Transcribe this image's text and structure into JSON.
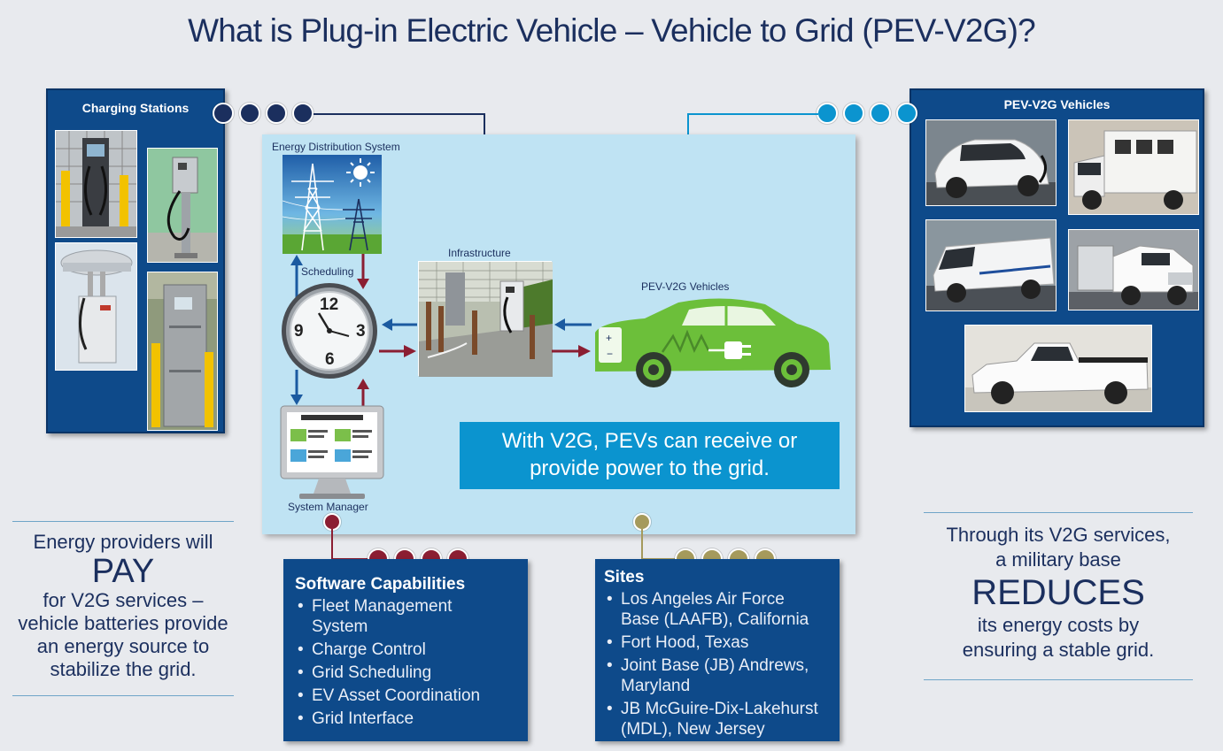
{
  "title": "What is Plug-in Electric Vehicle – Vehicle to Grid (PEV-V2G)?",
  "charging": {
    "heading": "Charging Stations"
  },
  "vehicles": {
    "heading": "PEV-V2G Vehicles"
  },
  "diagram": {
    "energy_label": "Energy Distribution System",
    "scheduling_label": "Scheduling",
    "infrastructure_label": "Infrastructure",
    "pev_label": "PEV-V2G Vehicles",
    "system_manager_label": "System Manager",
    "clock": {
      "n12": "12",
      "n3": "3",
      "n6": "6",
      "n9": "9"
    },
    "banner_line1": "With V2G, PEVs can receive or",
    "banner_line2": "provide power to the grid."
  },
  "software": {
    "heading": "Software Capabilities",
    "items": [
      "Fleet Management System",
      "Charge Control",
      "Grid Scheduling",
      "EV Asset Coordination",
      "Grid Interface"
    ]
  },
  "sites": {
    "heading": "Sites",
    "items": [
      "Los Angeles Air Force Base (LAAFB), California",
      "Fort Hood, Texas",
      "Joint Base (JB) Andrews, Maryland",
      "JB McGuire-Dix-Lakehurst (MDL), New Jersey"
    ]
  },
  "left_statement": {
    "l1": "Energy providers will",
    "big": "PAY",
    "l2": "for V2G services –",
    "l3": "vehicle batteries provide",
    "l4": "an energy source to",
    "l5": "stabilize the grid."
  },
  "right_statement": {
    "l1": "Through its V2G services,",
    "l2": "a military base",
    "big": "REDUCES",
    "l3": "its energy costs by",
    "l4": "ensuring a stable grid."
  },
  "colors": {
    "navy": "#0e4a8a",
    "dark_navy": "#1b2f5e",
    "cyan": "#0b94cf",
    "maroon": "#8b1e32",
    "gold": "#a59a5c",
    "green": "#6cbf3a",
    "light_blue": "#bfe3f3"
  },
  "icons": [
    "power-tower-icon",
    "sun-icon",
    "clock-icon",
    "monitor-icon",
    "car-icon",
    "plug-icon",
    "charger-icon"
  ]
}
